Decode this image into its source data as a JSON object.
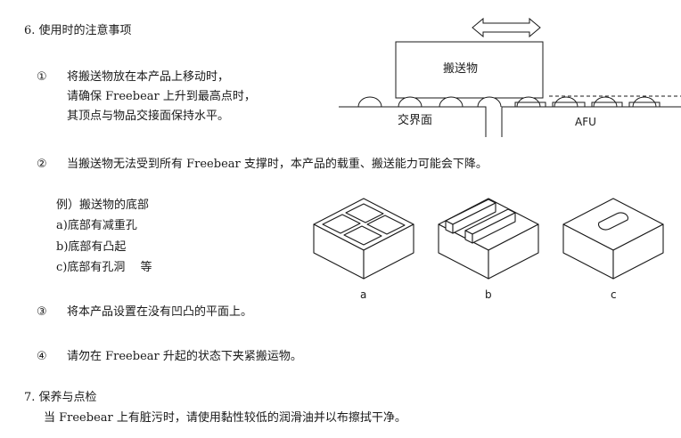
{
  "section6": {
    "heading": "6.  使用时的注意事项",
    "item1": {
      "marker": "①",
      "lines": [
        "将搬送物放在本产品上移动时，",
        "请确保 Freebear 上升到最高点时，",
        "其顶点与物品交接面保持水平。"
      ]
    },
    "item2": {
      "marker": "②",
      "text": "当搬送物无法受到所有 Freebear 支撑时，本产品的载重、搬送能力可能会下降。",
      "example_title": "例）搬送物的底部",
      "examples": [
        "a)底部有减重孔",
        "b)底部有凸起",
        "c)底部有孔洞　  等"
      ]
    },
    "item3": {
      "marker": "③",
      "text": "将本产品设置在没有凹凸的平面上。"
    },
    "item4": {
      "marker": "④",
      "text": "请勿在 Freebear 升起的状态下夹紧搬运物。"
    }
  },
  "section7": {
    "heading": "7.  保养与点检",
    "text": "当 Freebear 上有脏污时，请使用黏性较低的润滑油并以布擦拭干净。"
  },
  "diagram_top": {
    "load_label": "搬送物",
    "interface_label": "交界面",
    "afu_label": "AFU"
  },
  "diagram_bottom": {
    "labels": [
      "a",
      "b",
      "c"
    ]
  }
}
